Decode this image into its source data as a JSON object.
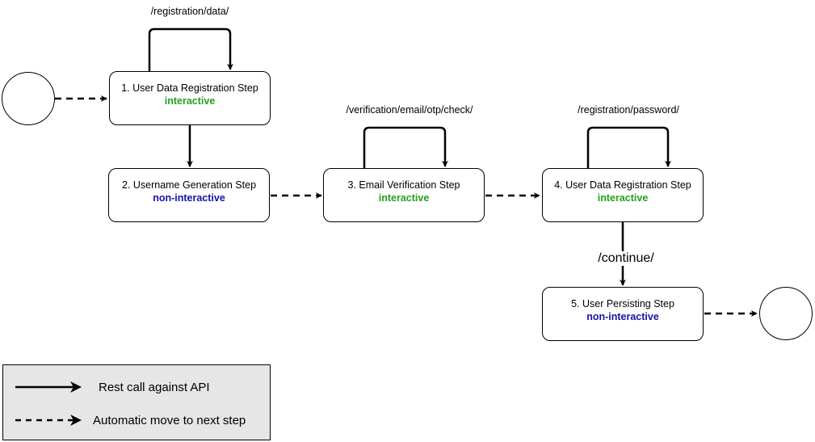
{
  "steps": [
    {
      "title": "1. User Data Registration Step",
      "kind": "interactive"
    },
    {
      "title": "2. Username Generation Step",
      "kind": "non-interactive"
    },
    {
      "title": "3. Email Verification Step",
      "kind": "interactive"
    },
    {
      "title": "4. User Data Registration Step",
      "kind": "interactive"
    },
    {
      "title": "5. User Persisting Step",
      "kind": "non-interactive"
    }
  ],
  "edge_labels": {
    "step1_loop": "/registration/data/",
    "step3_loop": "/verification/email/otp/check/",
    "step4_loop": "/registration/password/",
    "step4_to_5": "/continue/"
  },
  "legend": {
    "solid": "Rest call against API",
    "dashed": "Automatic move to next step"
  },
  "colors": {
    "interactive": "#22a11e",
    "non_interactive": "#1414a8",
    "legend_bg": "#e6e6e6"
  }
}
